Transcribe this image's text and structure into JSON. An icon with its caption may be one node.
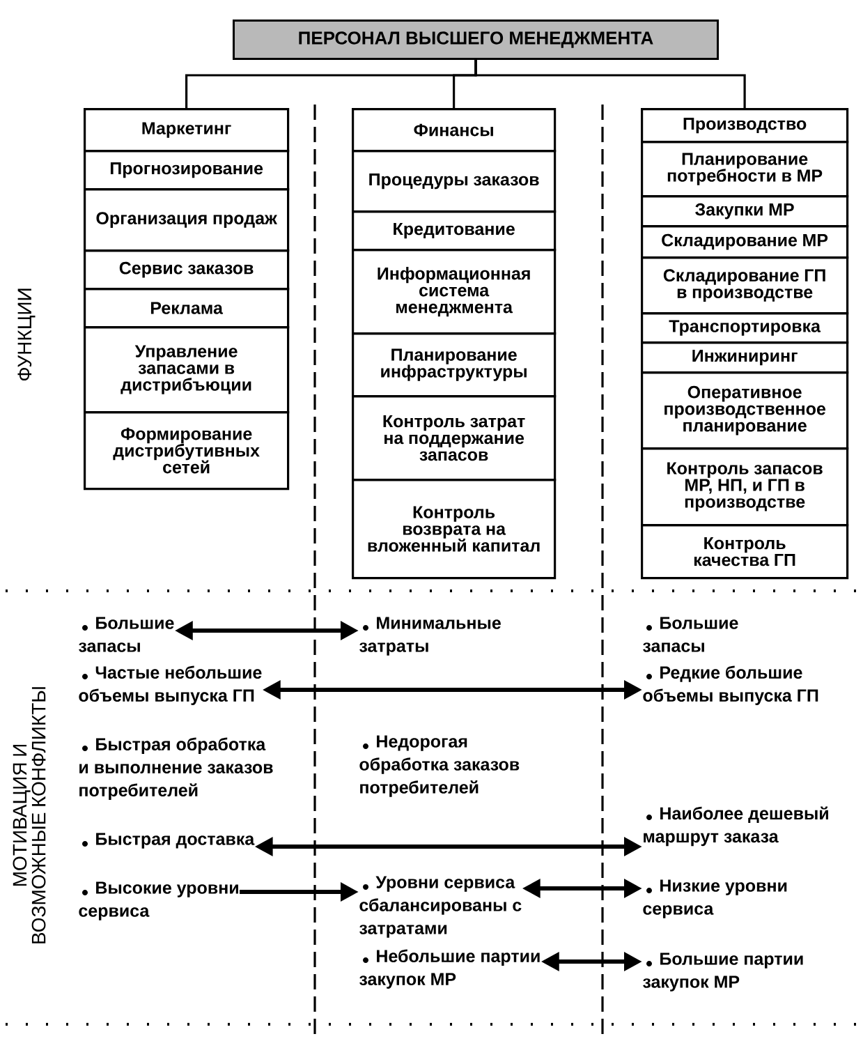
{
  "diagram": {
    "nodes": [
      {
        "text": [
          "ПЕРСОНАЛ ВЫСШЕГО МЕНЕДЖМЕНТА"
        ]
      },
      {
        "text": [
          "Маркетинг"
        ]
      },
      {
        "text": [
          "Прогнозирование"
        ]
      },
      {
        "text": [
          "Организация продаж"
        ]
      },
      {
        "text": [
          "Сервис заказов"
        ]
      },
      {
        "text": [
          "Реклама"
        ]
      },
      {
        "text": [
          "Управление запасами в дистрибъюции"
        ]
      },
      {
        "text": [
          "Формирование дистрибутивных сетей"
        ]
      },
      {
        "text": [
          "Финансы"
        ]
      },
      {
        "text": [
          "Процедуры заказов"
        ]
      },
      {
        "text": [
          "Кредитование"
        ]
      },
      {
        "text": [
          "Информационная система менеджмента"
        ]
      },
      {
        "text": [
          "Планирование инфраструктуры"
        ]
      },
      {
        "text": [
          "Контроль затрат на поддержание запасов"
        ]
      },
      {
        "text": [
          "Контроль возврата на вложенный капитал"
        ]
      },
      {
        "text": [
          "Производство"
        ]
      },
      {
        "text": [
          "Планирование потребности в МР"
        ]
      },
      {
        "text": [
          "Закупки МР"
        ]
      },
      {
        "text": [
          "Складирование МР"
        ]
      },
      {
        "text": [
          "Складирование ГП в производстве"
        ]
      },
      {
        "text": [
          "Транспортировка"
        ]
      },
      {
        "text": [
          "Инжиниринг"
        ]
      },
      {
        "text": [
          "Оперативное производственное планирование"
        ]
      },
      {
        "text": [
          "Контроль запасов МР, НП, и ГП в производстве"
        ]
      },
      {
        "text": [
          "Контроль качества ГП"
        ]
      },
      {
        "text": [
          "Большие запасы"
        ]
      },
      {
        "text": [
          "Частые небольшие объемы выпуска ГП"
        ]
      },
      {
        "text": [
          "Быстрая обработка и выполнение заказов потребителей"
        ]
      },
      {
        "text": [
          "Быстрая доставка"
        ]
      },
      {
        "text": [
          "Высокие уровни сервиса"
        ]
      },
      {
        "text": [
          "Минимальные затраты"
        ]
      },
      {
        "text": [
          "Недорогая обработка заказов потребителей"
        ]
      },
      {
        "text": [
          "Уровни сервиса сбалансированы с затратами"
        ]
      },
      {
        "text": [
          "Небольшие партии закупок МР"
        ]
      },
      {
        "text": [
          "Большие запасы"
        ]
      },
      {
        "text": [
          "Редкие большие объемы выпуска ГП"
        ]
      },
      {
        "text": [
          "Наиболее дешевый маршрут заказа"
        ]
      },
      {
        "text": [
          "Низкие уровни сервиса"
        ]
      },
      {
        "text": [
          "Большие партии закупок МР"
        ]
      }
    ],
    "edges": [
      {
        "from": 0,
        "to": 1,
        "arrow": "none"
      },
      {
        "from": 0,
        "to": 8,
        "arrow": "none"
      },
      {
        "from": 0,
        "to": 15,
        "arrow": "none"
      },
      {
        "from": 25,
        "to": 30,
        "arrow": "both"
      },
      {
        "from": 26,
        "to": 35,
        "arrow": "both"
      },
      {
        "from": 28,
        "to": 36,
        "arrow": "both"
      },
      {
        "from": 29,
        "to": 32,
        "arrow": "to"
      },
      {
        "from": 32,
        "to": 37,
        "arrow": "both"
      },
      {
        "from": 33,
        "to": 38,
        "arrow": "both"
      }
    ],
    "labels": [
      "ФУНКЦИИ",
      "МОТИВАЦИЯ И ВОЗМОЖНЫЕ КОНФЛИКТЫ"
    ]
  }
}
